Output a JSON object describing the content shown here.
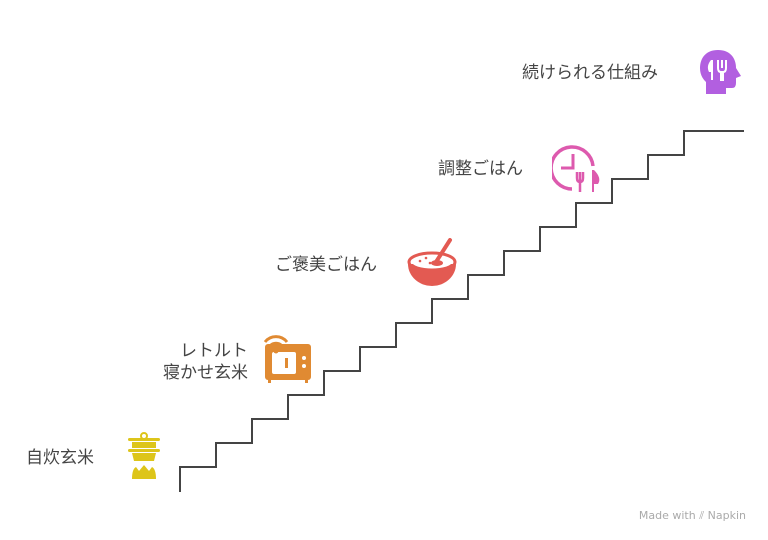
{
  "steps": [
    {
      "label": "自炊玄米",
      "icon": "rice-cooker-pot-icon",
      "color": "#DDC51A"
    },
    {
      "label_line1": "レトルト",
      "label_line2": "寝かせ玄米",
      "icon": "microwave-icon",
      "color": "#E08A32"
    },
    {
      "label": "ご褒美ごはん",
      "icon": "bowl-spoon-icon",
      "color": "#E35A52"
    },
    {
      "label": "調整ごはん",
      "icon": "clock-meal-icon",
      "color": "#DD5AAE"
    },
    {
      "label": "続けられる仕組み",
      "icon": "head-fork-icon",
      "color": "#B25FE0"
    }
  ],
  "watermark": {
    "prefix": "Made with",
    "brand": "Napkin"
  }
}
